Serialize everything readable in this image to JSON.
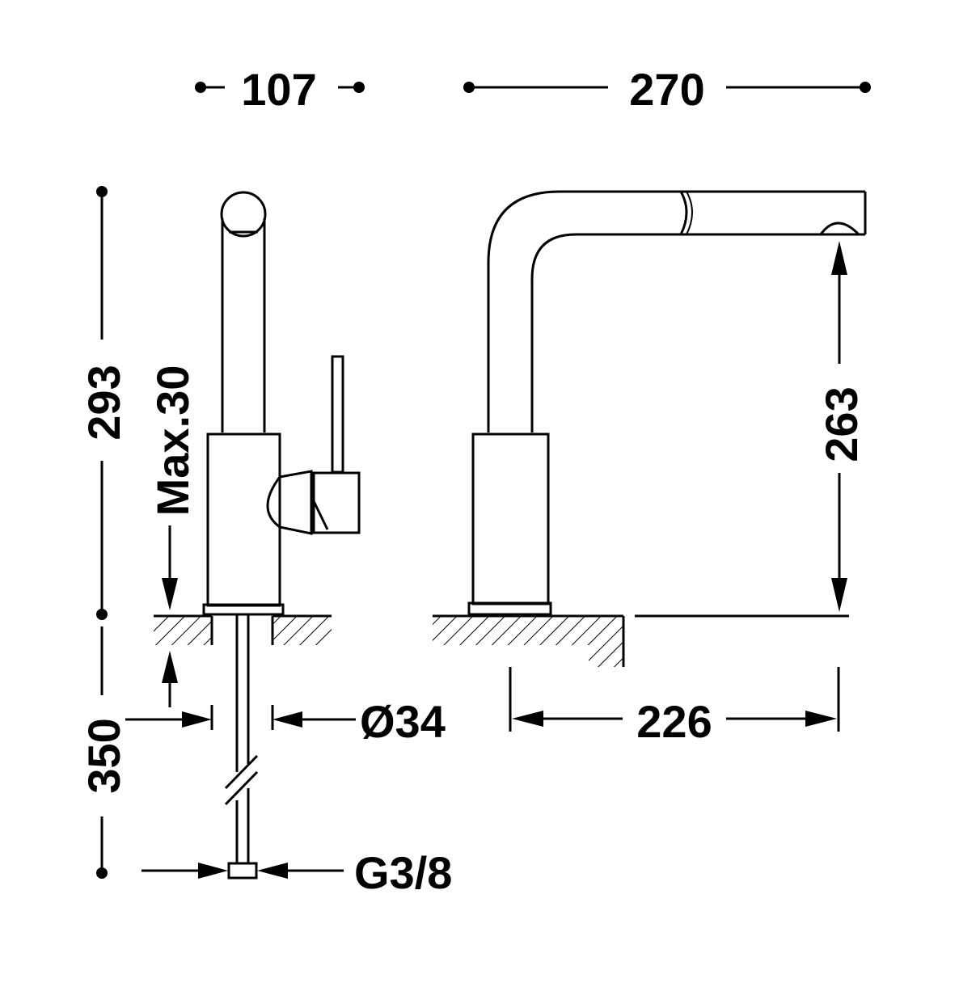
{
  "colors": {
    "line": "#000000",
    "background": "#ffffff"
  },
  "dimensions": {
    "width_body": "107",
    "width_total": "270",
    "height_total": "293",
    "deck_thickness": "Max.30",
    "hole_diameter": "Ø34",
    "height_spout": "263",
    "below_deck": "350",
    "spout_reach": "226",
    "connection": "G3/8"
  }
}
